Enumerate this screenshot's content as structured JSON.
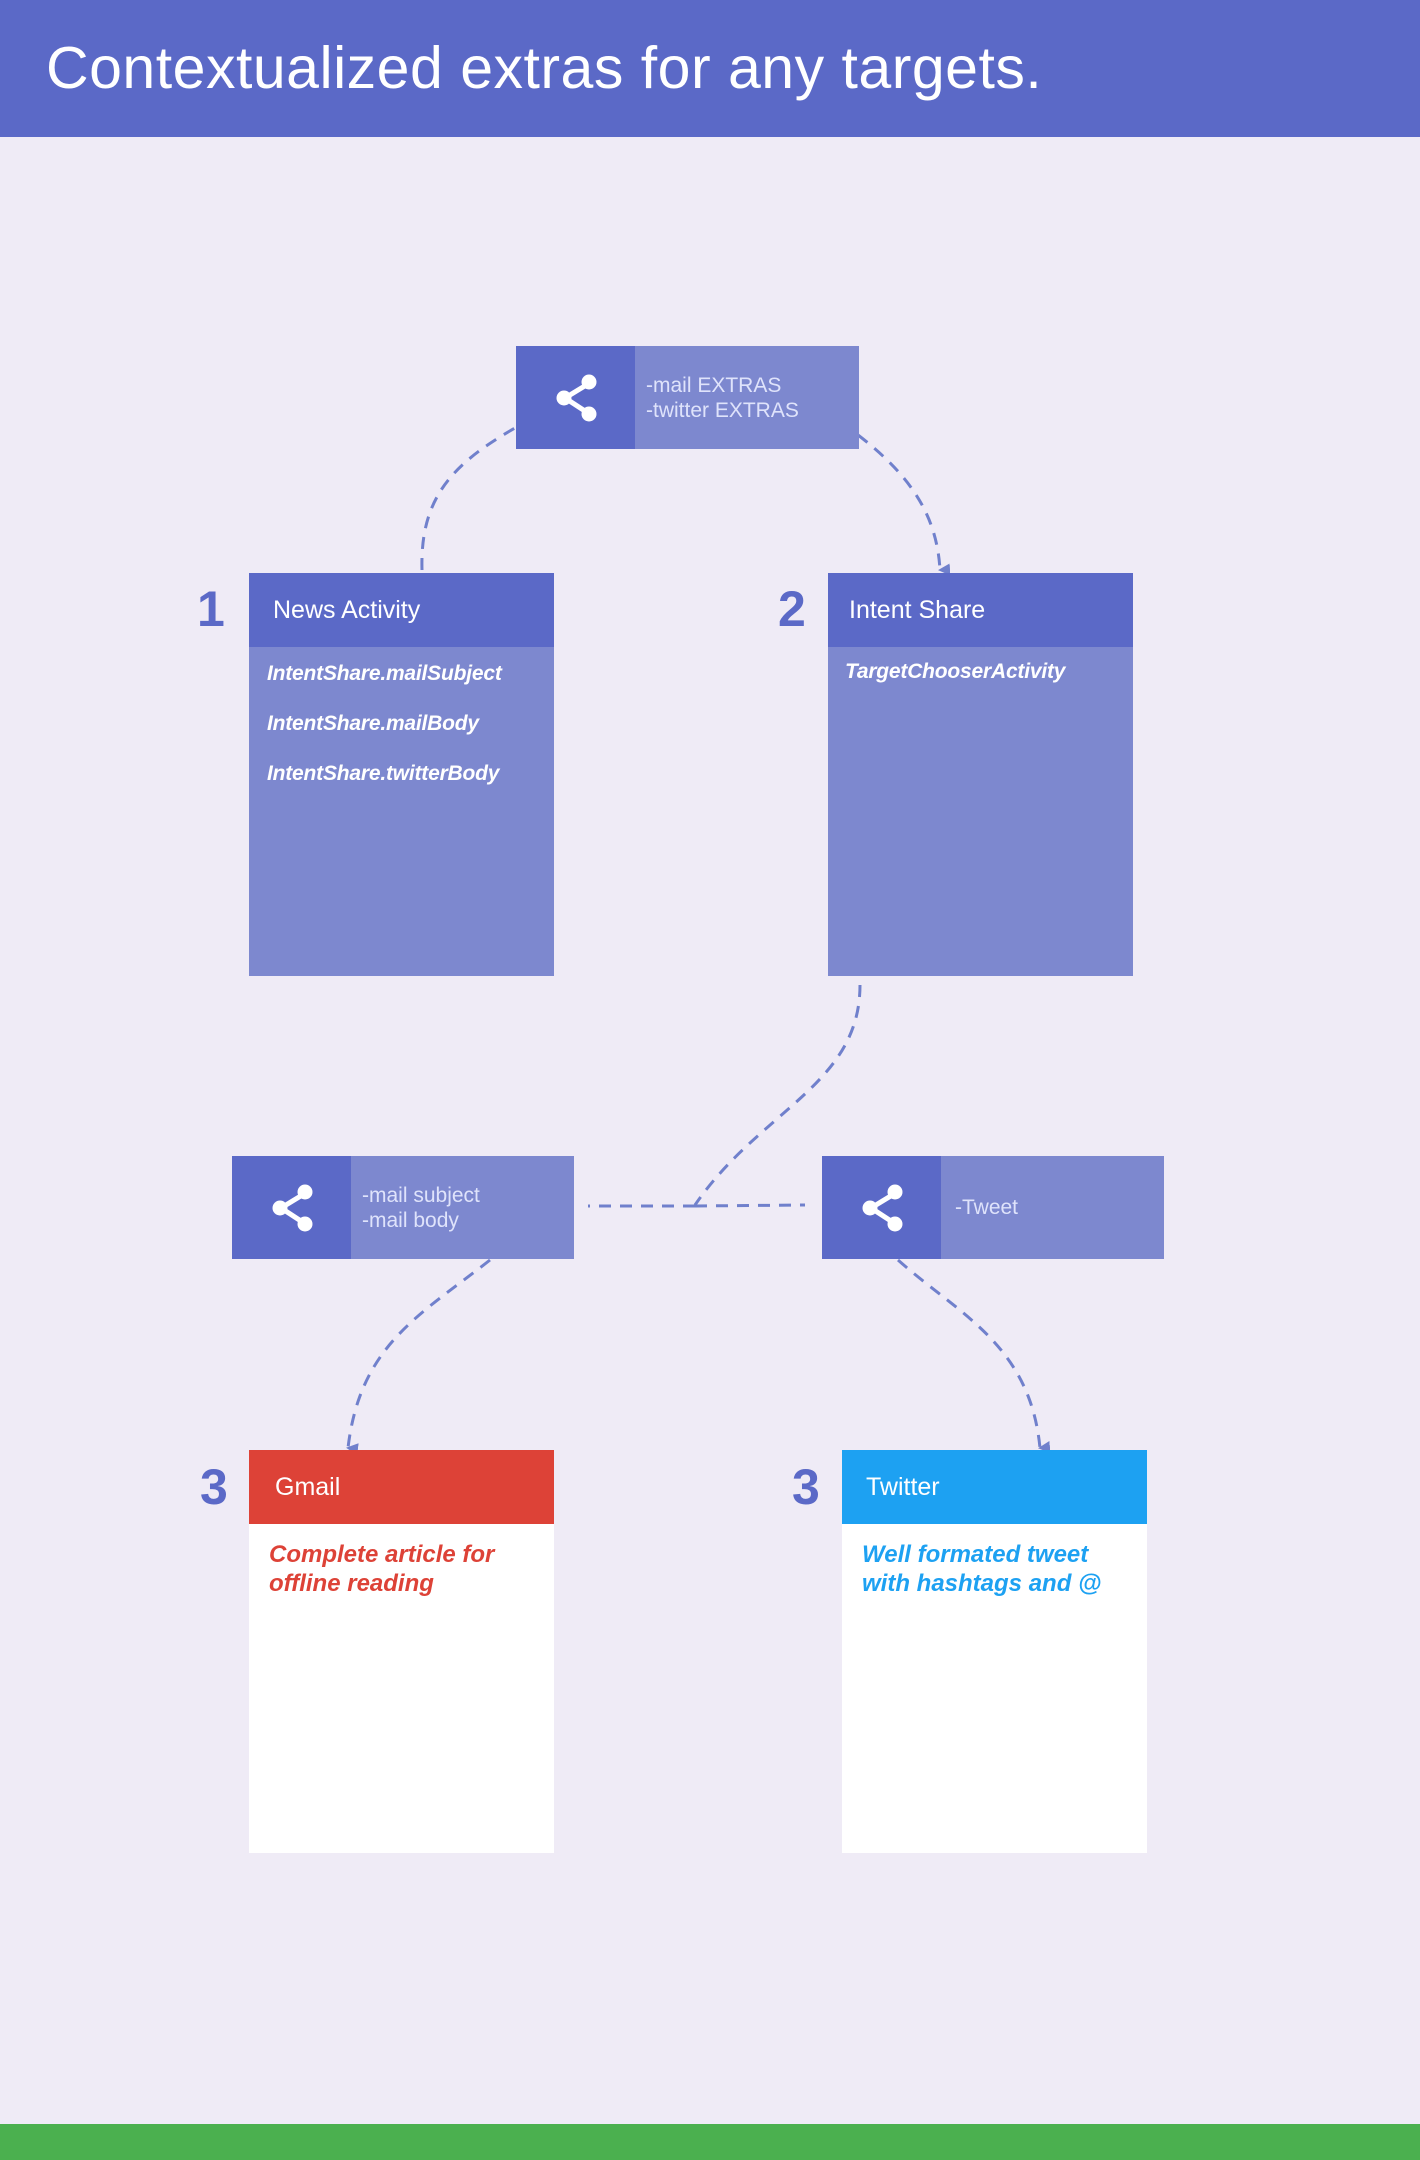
{
  "header": {
    "title": "Contextualized extras for any targets."
  },
  "colors": {
    "header_bg": "#5b69c7",
    "page_bg": "#efebf6",
    "chip_dark": "#5b69c7",
    "chip_light": "#7d88cf",
    "connector": "#7080cc",
    "gmail": "#dd4237",
    "twitter": "#1da1f2",
    "footer": "#4bb04f"
  },
  "top_share": {
    "icon": "share-icon",
    "lines": [
      "-mail EXTRAS",
      "-twitter EXTRAS"
    ]
  },
  "news_activity": {
    "step": "1",
    "title": "News Activity",
    "fields": [
      "IntentShare.mailSubject",
      "IntentShare.mailBody",
      "IntentShare.twitterBody"
    ]
  },
  "intent_share": {
    "step": "2",
    "title": "Intent Share",
    "fields": [
      "TargetChooserActivity"
    ]
  },
  "mail_share": {
    "icon": "share-icon",
    "lines": [
      "-mail subject",
      "-mail body"
    ]
  },
  "tweet_share": {
    "icon": "share-icon",
    "lines": [
      "-Tweet"
    ]
  },
  "gmail": {
    "step": "3",
    "title": "Gmail",
    "description": "Complete article for offline reading"
  },
  "twitter": {
    "step": "3",
    "title": "Twitter",
    "description": "Well formated tweet with hashtags and @"
  }
}
